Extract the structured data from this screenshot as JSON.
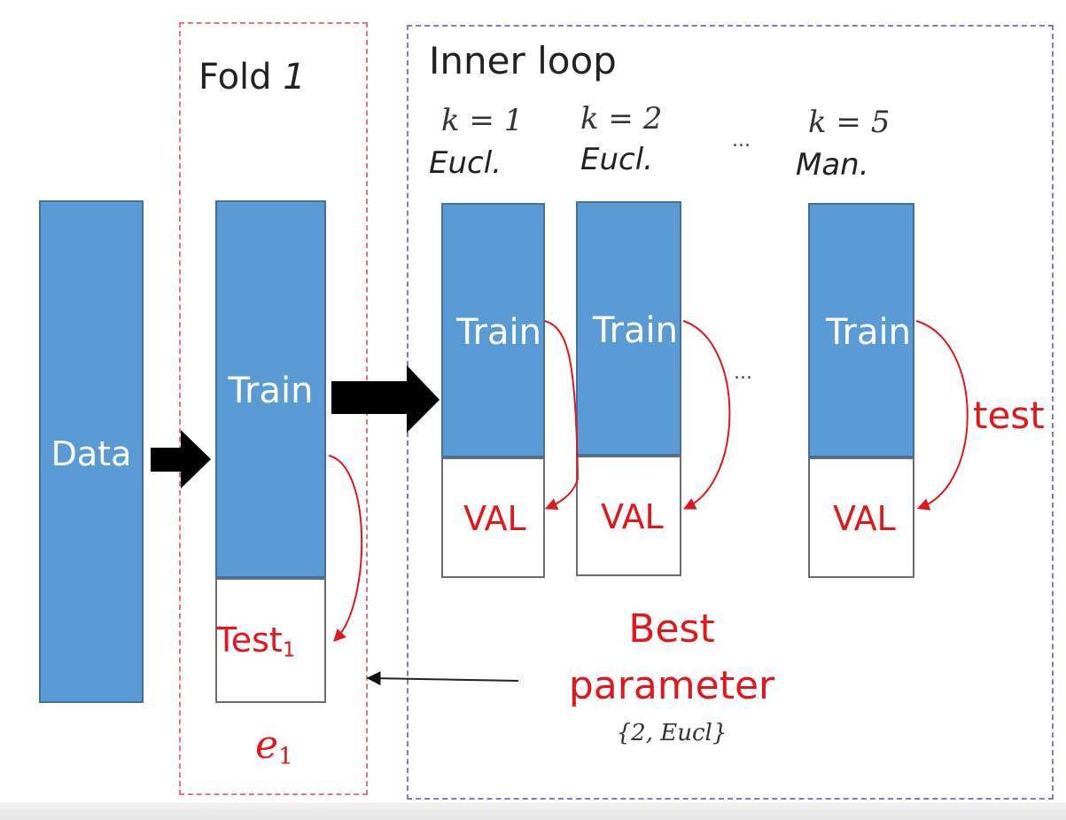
{
  "outer": {
    "data_label": "Data",
    "fold_title": "Fold",
    "fold_number": "1",
    "train_label": "Train",
    "test_label": "Test",
    "test_subscript": "1",
    "error_label": "e",
    "error_subscript": "1"
  },
  "inner": {
    "title": "Inner loop",
    "columns": [
      {
        "k": "k = 1",
        "distance": "Eucl.",
        "train_label": "Train",
        "val_label": "VAL"
      },
      {
        "k": "k = 2",
        "distance": "Eucl.",
        "train_label": "Train",
        "val_label": "VAL"
      },
      {
        "k": "k = 5",
        "distance": "Man.",
        "train_label": "Train",
        "val_label": "VAL"
      }
    ],
    "ellipsis_top": "...",
    "ellipsis_mid": "...",
    "test_label": "test",
    "best_line1": "Best",
    "best_line2": "parameter",
    "best_value": "{2, Eucl}"
  },
  "colors": {
    "block_blue": "#5b9bd5",
    "fold_frame": "#e8737a",
    "inner_frame": "#7b7bd6",
    "accent_red": "#e2171b"
  }
}
